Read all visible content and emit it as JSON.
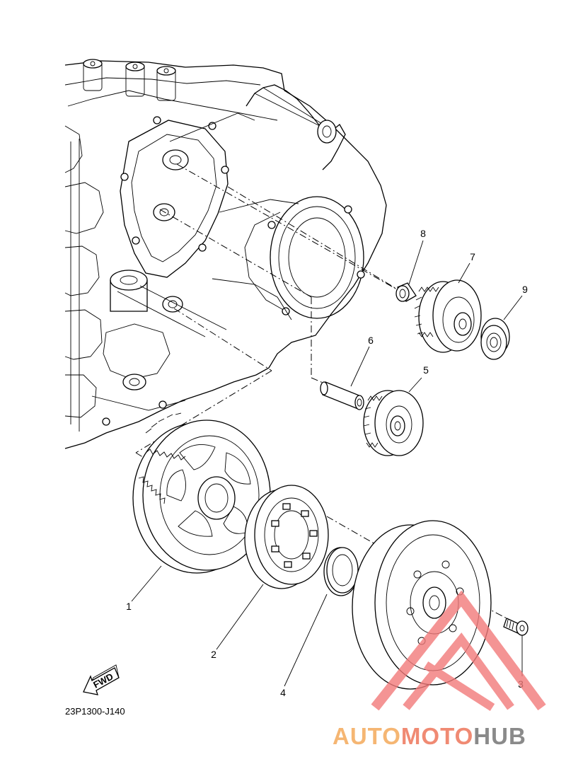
{
  "callouts": {
    "p1": "1",
    "p2": "2",
    "p3": "3",
    "p4": "4",
    "p5": "5",
    "p6": "6",
    "p7": "7",
    "p8": "8",
    "p9": "9"
  },
  "fwd_label": "FWD",
  "diagram_code": "23P1300-J140",
  "watermark": {
    "part1": "AUTO",
    "part2": "MOTO",
    "part3": "HUB",
    "color_light": "#f5b673",
    "color_mid": "#f08a73",
    "color_dark": "#8a8a8a",
    "logo_color": "#f27a7a"
  }
}
